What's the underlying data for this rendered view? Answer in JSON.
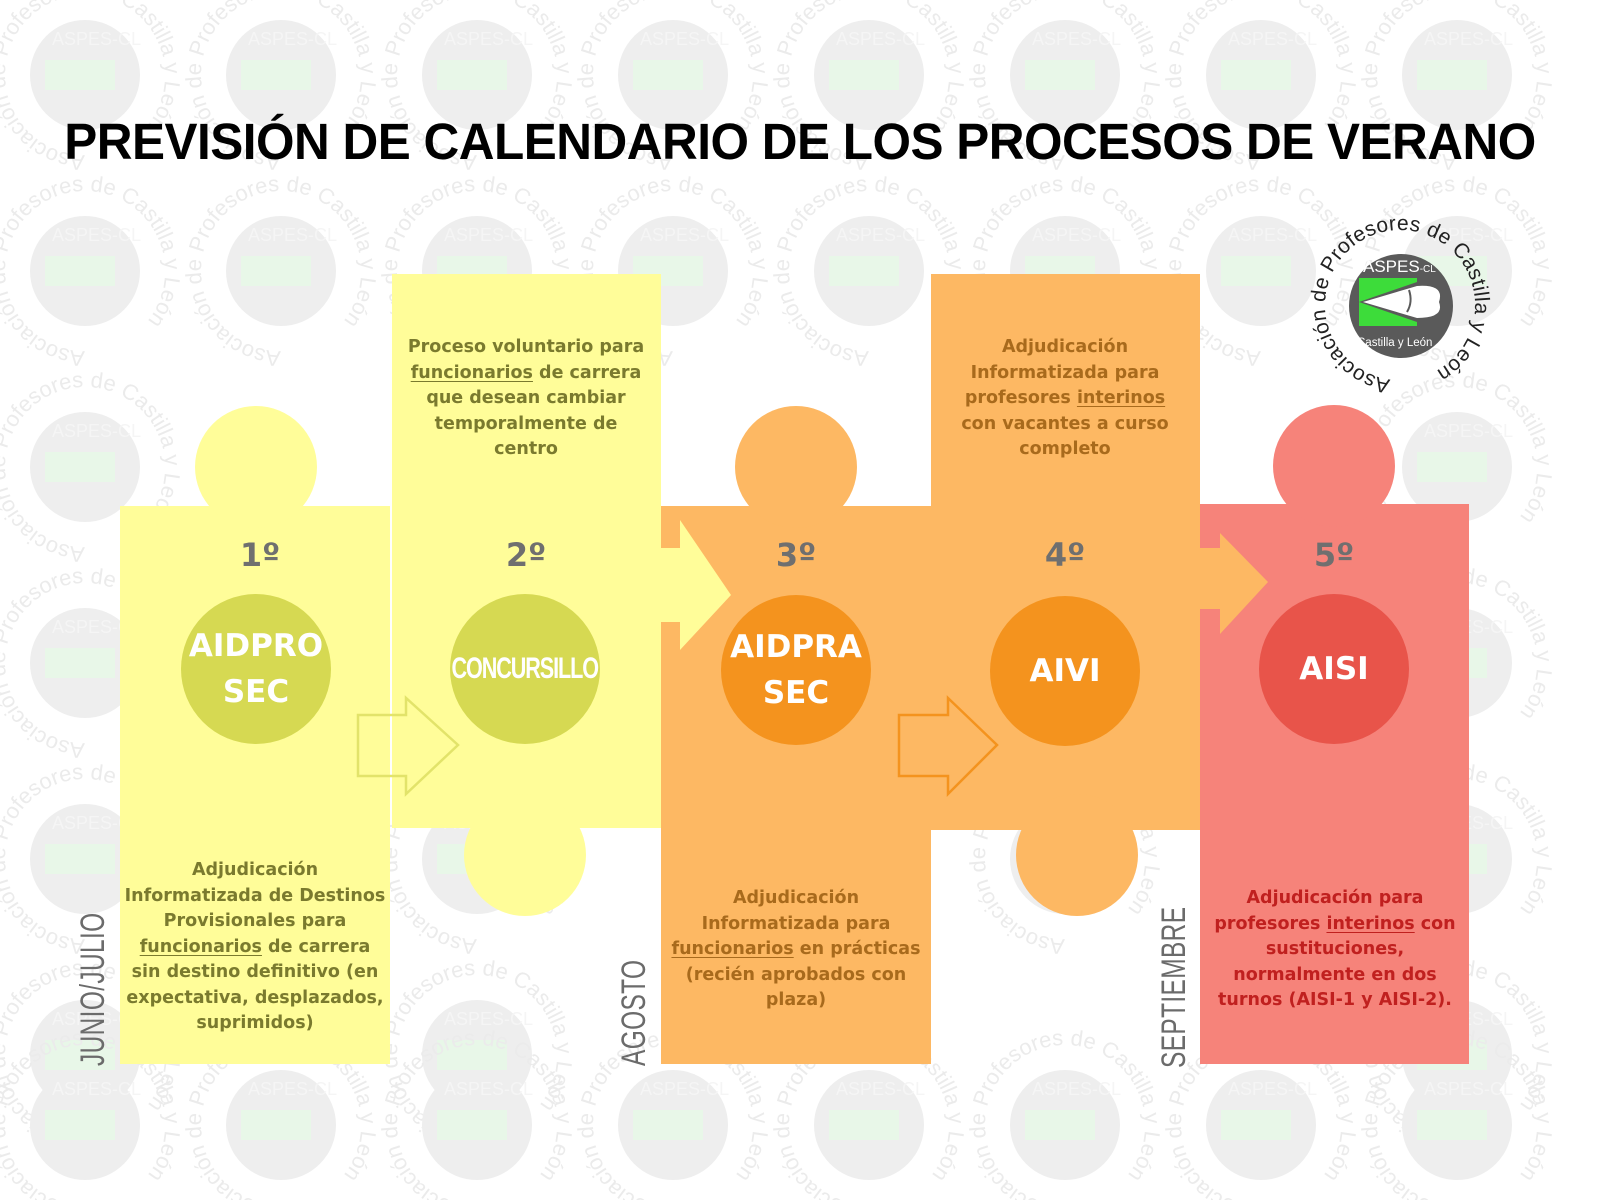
{
  "title": "PREVISIÓN DE CALENDARIO DE LOS PROCESOS DE VERANO",
  "logo": {
    "ring_text": "Asociación de Profesores de Castilla y León",
    "brand": "ASPES",
    "brand_suffix": "-CL",
    "region": "Castilla y León",
    "colors": {
      "disc": "#5a5a5a",
      "green": "#3ddc3a"
    }
  },
  "watermark": {
    "text": "ASPES-CL Asociación de Profesores de Castilla y León",
    "opacity": 0.12
  },
  "colors": {
    "yellow_piece": "#FFFD99",
    "yellow_circle": "#D6D952",
    "yellow_text": "#7A7A2E",
    "orange_piece": "#FDB863",
    "orange_circle": "#F4931E",
    "orange_text": "#A86A1C",
    "red_piece": "#F6837A",
    "red_circle": "#E8544A",
    "red_text": "#C0201F",
    "number_text": "#6F6F6F",
    "month_text": "#6B6B6B"
  },
  "months": [
    {
      "label": "JUNIO/JULIO"
    },
    {
      "label": "AGOSTO"
    },
    {
      "label": "SEPTIEMBRE"
    }
  ],
  "steps": [
    {
      "number": "1º",
      "name_line1": "AIDPRO",
      "name_line2": "SEC",
      "description": {
        "pre": "Adjudicación Informatizada de Destinos Provisionales para ",
        "underlined": "funcionarios",
        "post": " de carrera sin destino definitivo (en expectativa, desplazados, suprimidos)"
      }
    },
    {
      "number": "2º",
      "name_line1": "CONCURSILLO",
      "name_line2": "",
      "description": {
        "pre": "Proceso voluntario para ",
        "underlined": "funcionarios",
        "post": " de carrera que desean cambiar temporalmente de centro"
      }
    },
    {
      "number": "3º",
      "name_line1": "AIDPRA",
      "name_line2": "SEC",
      "description": {
        "pre": "Adjudicación Informatizada para ",
        "underlined": "funcionarios",
        "post": " en prácticas (recién aprobados con plaza)"
      }
    },
    {
      "number": "4º",
      "name_line1": "AIVI",
      "name_line2": "",
      "description": {
        "pre": "Adjudicación Informatizada para profesores ",
        "underlined": "interinos",
        "post": " con vacantes a curso completo"
      }
    },
    {
      "number": "5º",
      "name_line1": "AISI",
      "name_line2": "",
      "description": {
        "pre": "Adjudicación para profesores ",
        "underlined": "interinos",
        "post": " con sustituciones, normalmente en dos turnos (AISI-1 y AISI-2)."
      }
    }
  ]
}
